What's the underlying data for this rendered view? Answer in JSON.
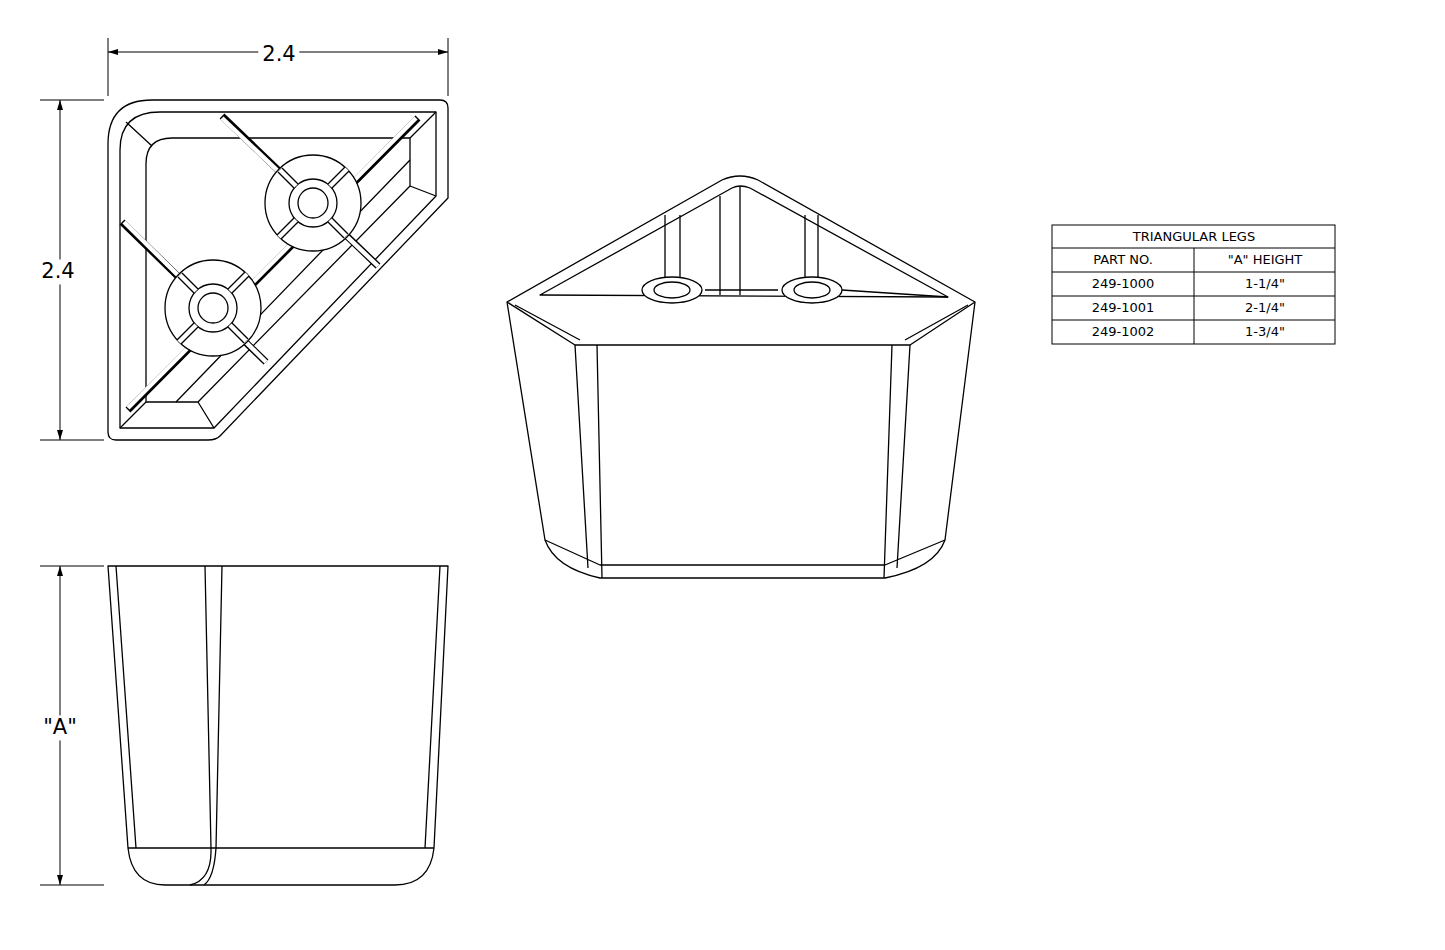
{
  "diagram": {
    "labels": [
      "2.4",
      "2.4",
      "\"A\"",
      "TRIANGULAR LEGS",
      "PART NO.",
      "\"A\" HEIGHT",
      "249-1000",
      "1-1/4\"",
      "249-1001",
      "2-1/4\"",
      "249-1002",
      "1-3/4\""
    ]
  }
}
